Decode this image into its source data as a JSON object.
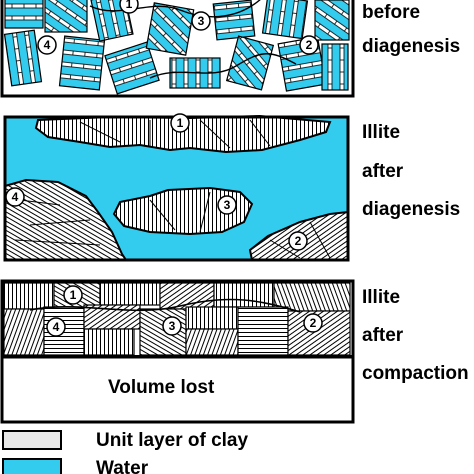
{
  "colors": {
    "water": "#33ccee",
    "clay_fill": "#ffffff",
    "unit_layer": "#e8e8e8",
    "outline": "#000000"
  },
  "panels": [
    {
      "id": "before",
      "label_lines": [
        "before",
        "diagenesis"
      ],
      "markers": [
        "1",
        "3",
        "4",
        "2"
      ]
    },
    {
      "id": "after-diagenesis",
      "label_lines": [
        "Illite",
        "after",
        "diagenesis"
      ],
      "markers": [
        "1",
        "4",
        "3",
        "2"
      ]
    },
    {
      "id": "after-compaction",
      "label_lines": [
        "Illite",
        "after",
        "compaction"
      ],
      "markers": [
        "1",
        "4",
        "3",
        "2"
      ],
      "volume_label": "Volume lost"
    }
  ],
  "legend": [
    {
      "label": "Unit layer of clay",
      "swatch": "unit-layer"
    },
    {
      "label": "Water",
      "swatch": "water"
    }
  ]
}
